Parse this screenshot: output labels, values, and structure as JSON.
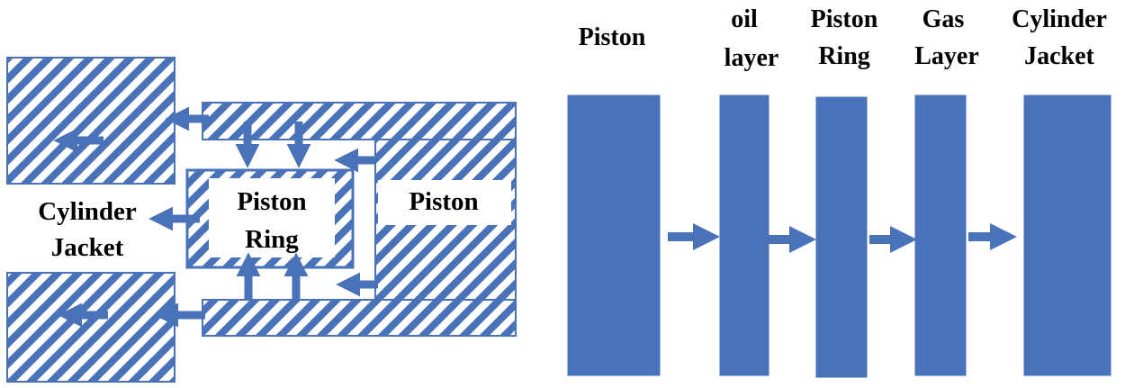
{
  "colors": {
    "accent": "#4a72b8",
    "hatch_background": "#ffffff",
    "text": "#000000"
  },
  "left_diagram": {
    "cylinder_jacket_label": [
      "Cylinder",
      "Jacket"
    ],
    "piston_ring_label": [
      "Piston",
      "Ring"
    ],
    "piston_label": "Piston"
  },
  "right_diagram": {
    "layers": [
      {
        "key": "piston",
        "label_lines": [
          "Piston"
        ]
      },
      {
        "key": "oil-layer",
        "label_lines": [
          "oil",
          "layer"
        ]
      },
      {
        "key": "piston-ring",
        "label_lines": [
          "Piston",
          "Ring"
        ]
      },
      {
        "key": "gas-layer",
        "label_lines": [
          "Gas",
          "Layer"
        ]
      },
      {
        "key": "cylinder-jacket",
        "label_lines": [
          "Cylinder",
          "Jacket"
        ]
      }
    ]
  }
}
